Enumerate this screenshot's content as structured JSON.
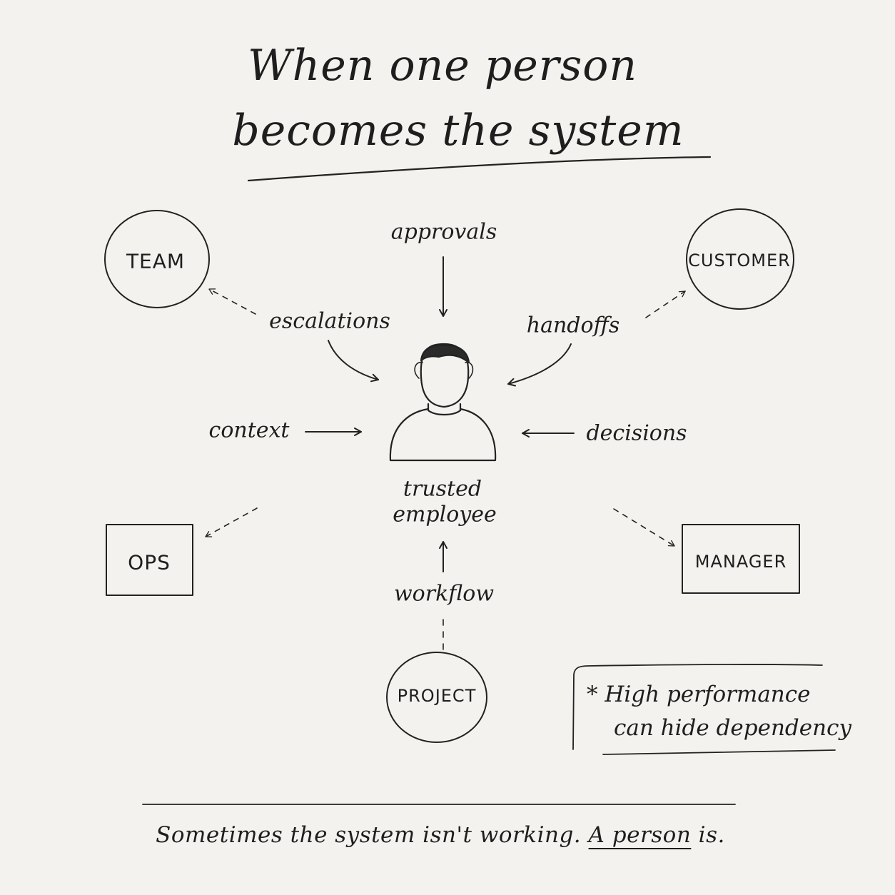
{
  "title": {
    "line1": "When one person",
    "line2": "becomes the system"
  },
  "center": {
    "label_line1": "trusted",
    "label_line2": "employee"
  },
  "nodes": {
    "team": "TEAM",
    "customer": "CUSTOMER",
    "ops": "OPS",
    "manager": "MANAGER",
    "project": "PROJECT"
  },
  "flows": {
    "approvals": "approvals",
    "escalations": "escalations",
    "handoffs": "handoffs",
    "context": "context",
    "decisions": "decisions",
    "workflow": "workflow"
  },
  "note": {
    "line1": "* High performance",
    "line2": "can hide dependency"
  },
  "footer": {
    "part1": "Sometimes the system isn't working.",
    "part2": "A person",
    "part3": "is."
  }
}
